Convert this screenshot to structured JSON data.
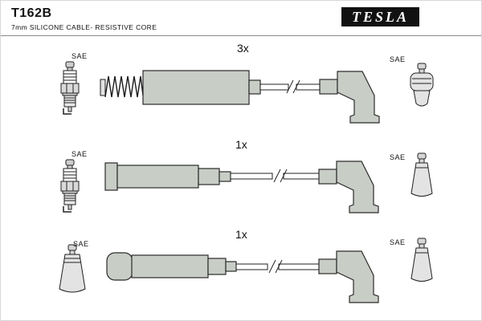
{
  "header": {
    "part_number": "T162B",
    "subtitle": "7mm SILICONE CABLE- RESISTIVE CORE",
    "brand": "TESLA"
  },
  "rows": [
    {
      "qty": "3x",
      "left_connector_label": "SAE",
      "right_connector_label": "SAE"
    },
    {
      "qty": "1x",
      "left_connector_label": "SAE",
      "right_connector_label": "SAE"
    },
    {
      "qty": "1x",
      "left_connector_label": "SAE",
      "right_connector_label": "SAE"
    }
  ],
  "colors": {
    "boot_fill": "#c8cdc6",
    "outline": "#2b2b2b",
    "logo_bg": "#111111",
    "logo_text": "#ffffff",
    "metal_fill": "#e3e3e3"
  }
}
